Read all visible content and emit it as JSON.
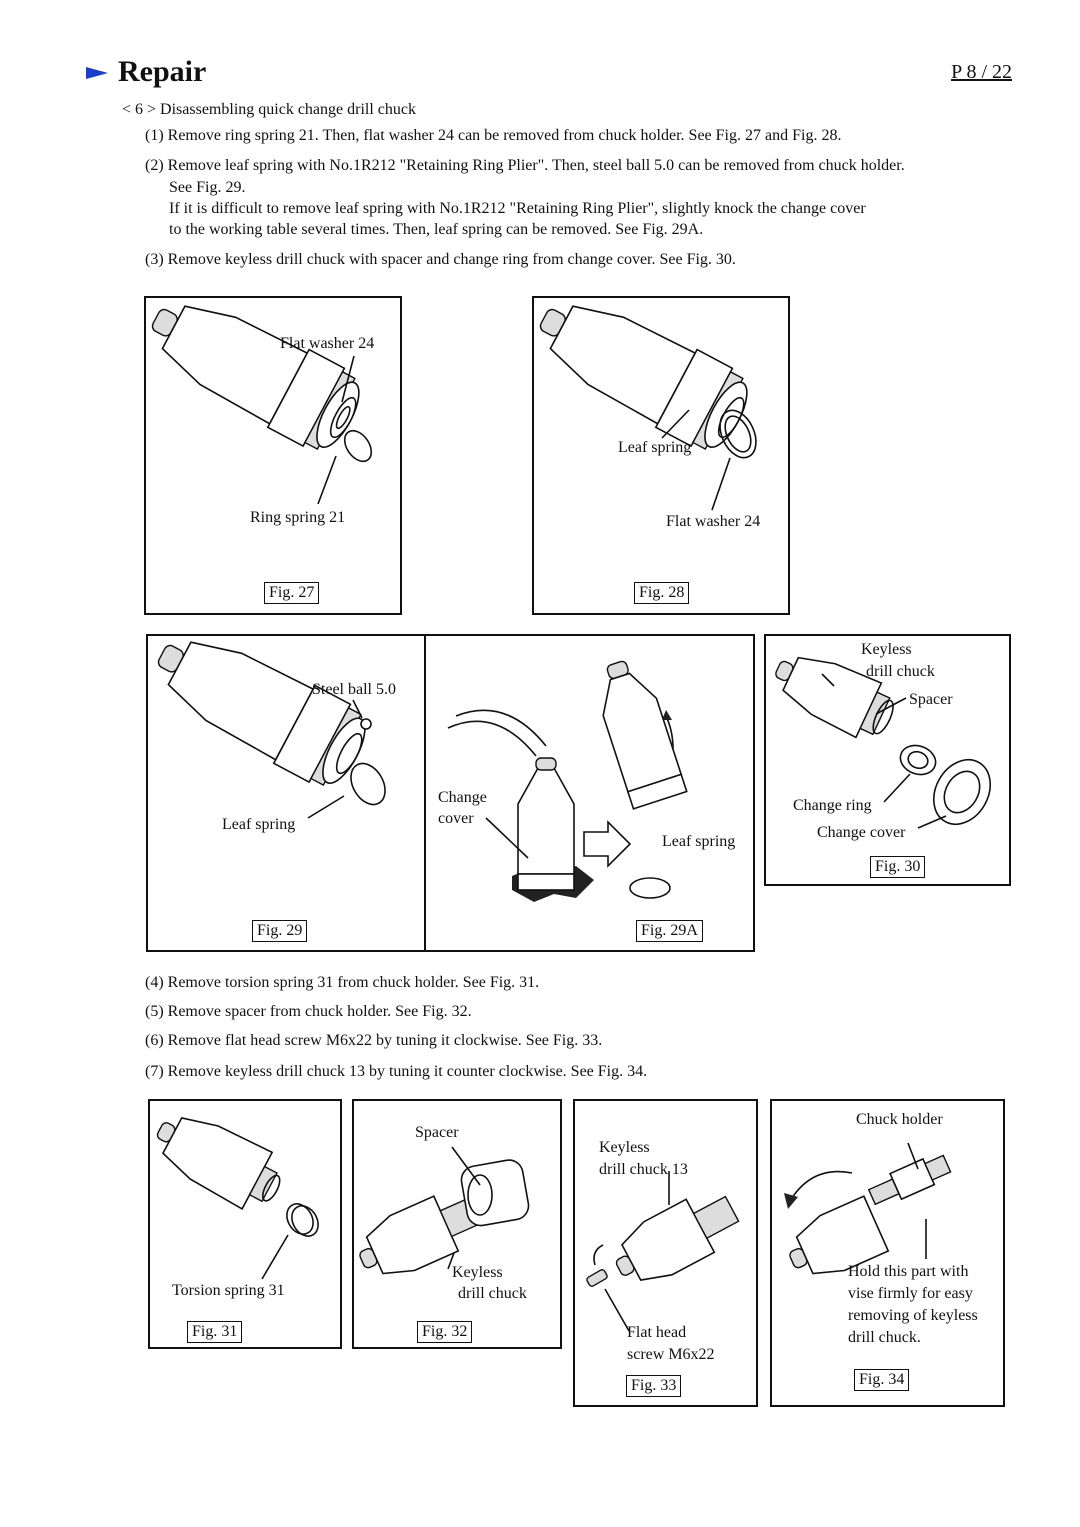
{
  "header": {
    "title": "Repair",
    "page": "P 8 / 22"
  },
  "section": {
    "heading": "< 6 > Disassembling quick change drill chuck",
    "steps_top": [
      "(1) Remove ring spring 21. Then, flat washer 24 can be removed from chuck holder.   See Fig. 27 and Fig. 28.",
      "(2) Remove leaf spring with No.1R212 \"Retaining Ring Plier\". Then, steel ball 5.0 can be removed from chuck holder.",
      "See Fig. 29.",
      "If it is difficult to remove leaf spring with No.1R212 \"Retaining Ring Plier\", slightly knock the change cover",
      "to the working table several times. Then, leaf spring can be removed.   See Fig. 29A.",
      "(3) Remove keyless drill chuck with spacer and change ring from change cover.  See Fig. 30."
    ],
    "steps_bottom": [
      "(4) Remove torsion spring 31 from chuck holder.  See Fig. 31.",
      "(5) Remove spacer from chuck holder.  See Fig. 32.",
      "(6) Remove flat head screw M6x22 by tuning it clockwise.  See Fig. 33.",
      "(7) Remove keyless drill chuck 13 by tuning it counter clockwise.  See Fig. 34."
    ]
  },
  "figures": {
    "fig27": {
      "label": "Fig. 27",
      "callouts": [
        "Flat washer 24",
        "Ring spring 21"
      ]
    },
    "fig28": {
      "label": "Fig. 28",
      "callouts": [
        "Leaf spring",
        "Flat washer 24"
      ]
    },
    "fig29": {
      "label": "Fig. 29",
      "callouts": [
        "Steel ball 5.0",
        "Leaf spring"
      ]
    },
    "fig29a": {
      "label": "Fig. 29A",
      "callouts": [
        "Change",
        "cover",
        "Leaf spring"
      ]
    },
    "fig30": {
      "label": "Fig. 30",
      "callouts": [
        "Keyless",
        "drill chuck",
        "Spacer",
        "Change ring",
        "Change cover"
      ]
    },
    "fig31": {
      "label": "Fig. 31",
      "callouts": [
        "Torsion spring 31"
      ]
    },
    "fig32": {
      "label": "Fig. 32",
      "callouts": [
        "Spacer",
        "Keyless",
        "drill chuck"
      ]
    },
    "fig33": {
      "label": "Fig. 33",
      "callouts": [
        "Keyless",
        "drill chuck 13",
        "Flat head",
        "screw M6x22"
      ]
    },
    "fig34": {
      "label": "Fig. 34",
      "callouts": [
        "Chuck holder",
        "Hold this part with",
        "vise firmly for easy",
        "removing of keyless",
        "drill chuck."
      ]
    }
  },
  "colors": {
    "accent_arrow": "#1a3fd0",
    "ink": "#111111"
  },
  "icons": [
    "right-arrow-icon",
    "drill-chuck-illustration"
  ]
}
